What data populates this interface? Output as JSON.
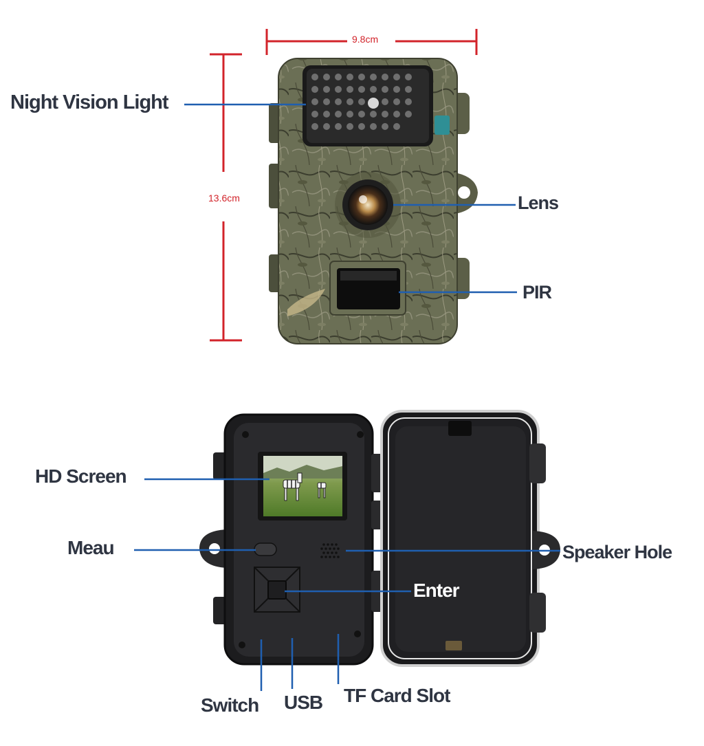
{
  "labels": {
    "night_vision_light": "Night Vision Light",
    "lens": "Lens",
    "pir": "PIR",
    "hd_screen": "HD Screen",
    "meau": "Meau",
    "speaker_hole": "Speaker Hole",
    "enter": "Enter",
    "switch": "Switch",
    "usb": "USB",
    "tf_card_slot": "TF Card Slot"
  },
  "dimensions": {
    "width": "9.8cm",
    "height": "13.6cm"
  },
  "colors": {
    "dimension_line": "#d2232a",
    "leader_line": "#1f5fb0",
    "label_text": "#2f3542",
    "camo_base": "#6b6f55",
    "body_dark": "#1c1c1e"
  },
  "icons": {
    "camera_front": "trail-camera-front-icon",
    "camera_open": "trail-camera-open-icon"
  }
}
